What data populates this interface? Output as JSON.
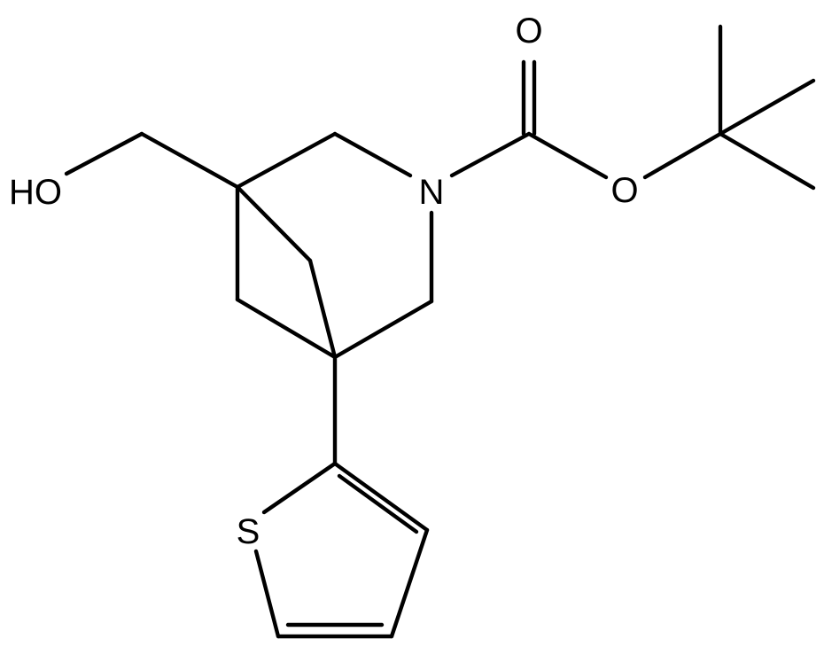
{
  "molecule": {
    "atom_labels": {
      "hydroxyl": "HO",
      "ring_nitrogen": "N",
      "carbonyl_oxygen": "O",
      "ester_oxygen": "O",
      "thiophene_sulfur": "S"
    }
  },
  "colors": {
    "background": "#ffffff",
    "bond": "#000000",
    "label": "#000000"
  }
}
